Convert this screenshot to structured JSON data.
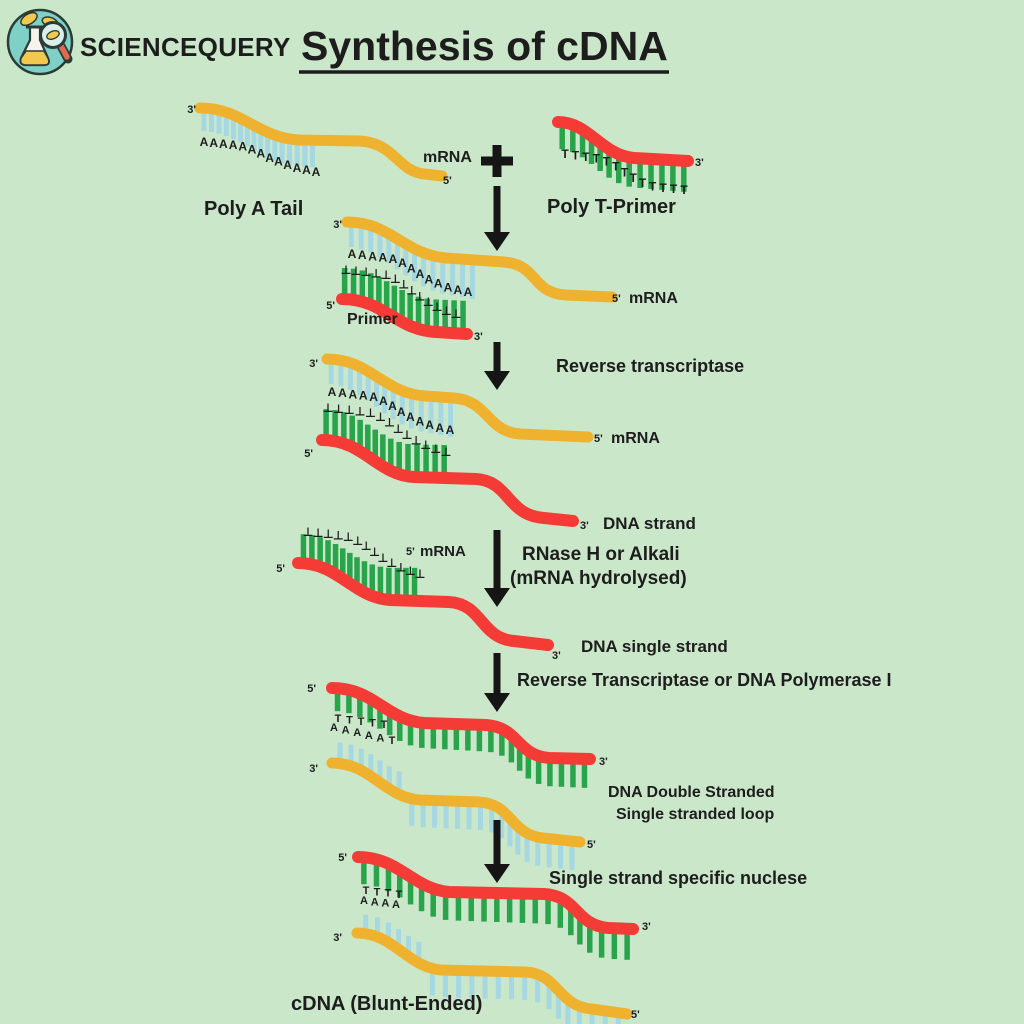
{
  "colors": {
    "background": "#cbe7ca",
    "ink": "#1d1d1d",
    "mrna_yellow": "#eeb22f",
    "dna_red": "#f43b36",
    "tick_green": "#28a44b",
    "tick_blue": "#a5d8e2",
    "logo_teal": "#7fd0c7",
    "logo_red": "#dd6a55",
    "logo_yellow": "#f2c94c"
  },
  "header": {
    "brand": "SCIENCEQUERY",
    "title": "Synthesis of cDNA"
  },
  "markers": {
    "prime3": "3'",
    "prime5": "5'"
  },
  "labels": {
    "mrna": "mRNA",
    "poly_a_tail": "Poly A Tail",
    "poly_t_primer": "Poly T-Primer",
    "primer": "Primer",
    "reverse_transcriptase": "Reverse transcriptase",
    "dna_strand": "DNA strand",
    "rnase_h": "RNase H or Alkali",
    "mrna_hydrolysed": "(mRNA hydrolysed)",
    "dna_single_strand": "DNA single strand",
    "rt_or_dna_pol": "Reverse Transcriptase or DNA Polymerase I",
    "dna_double_stranded": "DNA Double Stranded",
    "single_stranded_loop": "Single stranded loop",
    "single_strand_nuclease": "Single strand specific nuclese",
    "cdna_blunt": "cDNA (Blunt-Ended)"
  },
  "letters": {
    "stage1_polyA": "AAAAAAAAAAAAA",
    "stage1_polyT": "TTTTTTTTTTTTT",
    "stage2_A": "AAAAAAAAAAAAA",
    "stage2_T": "⊥⊥⊥⊥⊥⊥⊥⊥⊥⊥⊥⊥⊥",
    "stage3_A": "AAAAAAAAAAAAA",
    "stage3_T": "⊥⊥⊥⊥⊥⊥⊥⊥⊥⊥⊥⊥⊥",
    "stage4_T": "⊥⊥⊥⊥⊥⊥⊥⊥⊥⊥⊥⊥⊥",
    "stage5_T": "TTTTT",
    "stage5_A": "AAAAAT",
    "stage6_T": "TTTT",
    "stage6_A": "AAAA"
  }
}
